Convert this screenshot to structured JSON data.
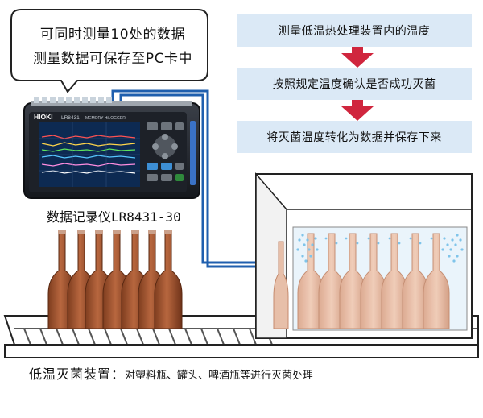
{
  "callout": {
    "lines": [
      "可同时测量10处的数据",
      "测量数据可保存至PC卡中"
    ]
  },
  "process_steps": [
    "测量低温热处理装置内的温度",
    "按照规定温度确认是否成功灭菌",
    "将灭菌温度转化为数据并保存下来"
  ],
  "device": {
    "brand": "HIOKI",
    "model_badge": "LR8431",
    "screen_label": "MEMORY HiLOGGER",
    "caption": "数据记录仪LR8431-30"
  },
  "caption": {
    "title": "低温灭菌装置：",
    "description": "对塑料瓶、罐头、啤酒瓶等进行灭菌处理"
  },
  "colors": {
    "arrow": "#d0263e",
    "cable": "#1f5fae",
    "step_bg": "#dbe9f6",
    "bottle": "#9c5331",
    "chamber_bottle": "#e2b49c",
    "spray": "#7fc4ea"
  }
}
